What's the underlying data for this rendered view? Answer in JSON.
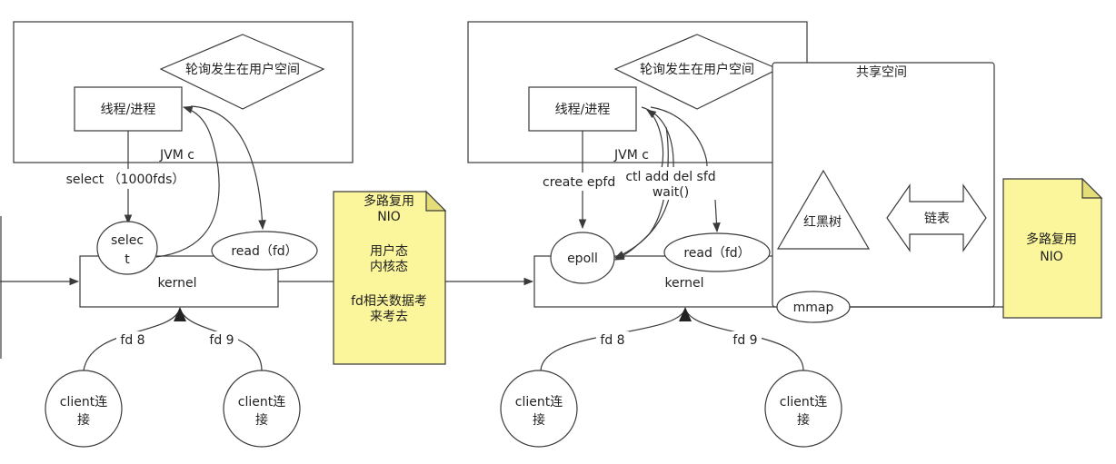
{
  "left": {
    "polling_label": "轮询发生在用户空间",
    "thread_label": "线程/进程",
    "jvm_label": "JVM  c",
    "select_call_label": "select （1000fds）",
    "select_node": [
      "selec",
      "t"
    ],
    "read_label": "read（fd）",
    "kernel_label": "kernel",
    "fd_a_label": "fd 8",
    "fd_b_label": "fd 9",
    "client_lines": [
      "client连",
      "接"
    ]
  },
  "note_left": {
    "lines": [
      "多路复用",
      "NIO",
      "",
      "用户态",
      "内核态",
      "",
      "fd相关数据考",
      "来考去"
    ]
  },
  "right": {
    "polling_label": "轮询发生在用户空间",
    "thread_label": "线程/进程",
    "jvm_label": "JVM  c",
    "create_label": "create epfd",
    "ctl_label": "ctl add del sfd",
    "wait_label": "wait()",
    "epoll_label": "epoll",
    "read_label": "read（fd）",
    "kernel_label": "kernel",
    "shared_label": "共享空间",
    "rbtree_label": "红黑树",
    "list_label": "链表",
    "mmap_label": "mmap",
    "fd_a_label": "fd 8",
    "fd_b_label": "fd 9",
    "client_lines": [
      "client连",
      "接"
    ]
  },
  "note_right": {
    "lines": [
      "多路复用",
      "NIO"
    ]
  }
}
